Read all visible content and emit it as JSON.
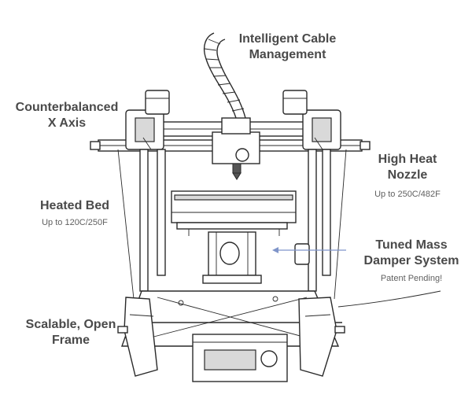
{
  "colors": {
    "label_text": "#4a4a4a",
    "subtext": "#606060",
    "line_art": "#2a2a2a",
    "arrow": "#7f95c9"
  },
  "labels": {
    "cable_management": "Intelligent Cable\nManagement",
    "counterbalanced_x_axis": "Counterbalanced\nX Axis",
    "high_heat_nozzle": "High Heat\nNozzle",
    "high_heat_nozzle_sub": "Up to 250C/482F",
    "heated_bed": "Heated Bed",
    "heated_bed_sub": "Up to 120C/250F",
    "tuned_mass_damper": "Tuned Mass\nDamper System",
    "tuned_mass_damper_sub": "Patent Pending!",
    "scalable_frame": "Scalable, Open\nFrame"
  }
}
